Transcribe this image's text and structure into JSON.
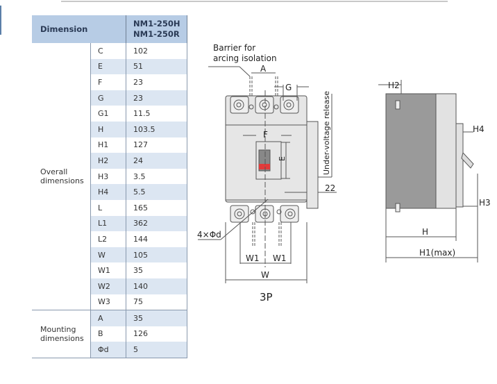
{
  "table": {
    "header": {
      "dimension": "Dimension",
      "model_line1": "NM1-250H",
      "model_line2": "NM1-250R"
    },
    "groups": [
      {
        "label_line1": "Overall",
        "label_line2": "dimensions",
        "rows": [
          {
            "symbol": "C",
            "value": "102"
          },
          {
            "symbol": "E",
            "value": "51"
          },
          {
            "symbol": "F",
            "value": "23"
          },
          {
            "symbol": "G",
            "value": "23"
          },
          {
            "symbol": "G1",
            "value": "11.5"
          },
          {
            "symbol": "H",
            "value": "103.5"
          },
          {
            "symbol": "H1",
            "value": "127"
          },
          {
            "symbol": "H2",
            "value": "24"
          },
          {
            "symbol": "H3",
            "value": "3.5"
          },
          {
            "symbol": "H4",
            "value": "5.5"
          },
          {
            "symbol": "L",
            "value": "165"
          },
          {
            "symbol": "L1",
            "value": "362"
          },
          {
            "symbol": "L2",
            "value": "144"
          },
          {
            "symbol": "W",
            "value": "105"
          },
          {
            "symbol": "W1",
            "value": "35"
          },
          {
            "symbol": "W2",
            "value": "140"
          },
          {
            "symbol": "W3",
            "value": "75"
          }
        ]
      },
      {
        "label_line1": "Mounting",
        "label_line2": "dimensions",
        "rows": [
          {
            "symbol": "A",
            "value": "35"
          },
          {
            "symbol": "B",
            "value": "126"
          },
          {
            "symbol": "Φd",
            "value": "5"
          }
        ]
      }
    ]
  },
  "front_view": {
    "barrier_line1": "Barrier for",
    "barrier_line2": "arcing isolation",
    "A": "A",
    "G": "G",
    "F": "F",
    "E": "E",
    "uvr": "Under-voltage release",
    "d22": "22",
    "hole": "4×Φd",
    "W1a": "W1",
    "W1b": "W1",
    "W": "W",
    "caption": "3P",
    "handle_color": "#e23a3a"
  },
  "side_view": {
    "H2": "H2",
    "H4": "H4",
    "H3": "H3",
    "H": "H",
    "H1": "H1(max)"
  }
}
